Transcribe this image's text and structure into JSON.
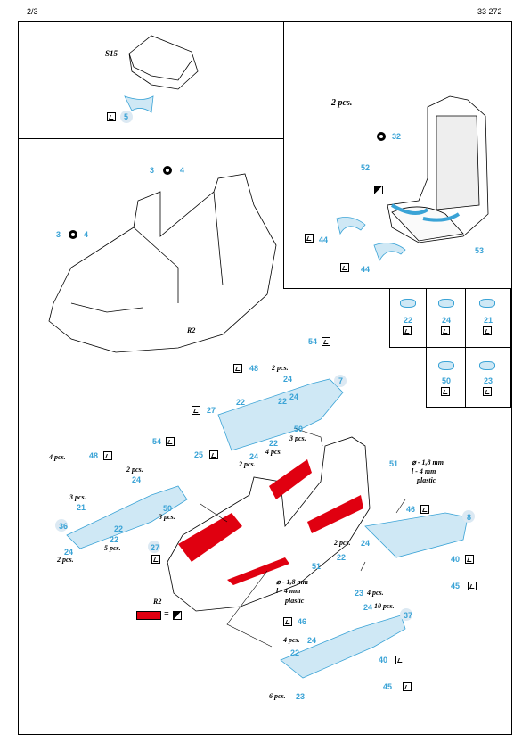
{
  "header": {
    "page": "2/3",
    "code": "33 272"
  },
  "top_left": {
    "part_label": "S15",
    "num": "5"
  },
  "top_right": {
    "qty": "2 pcs.",
    "nums": [
      "32",
      "52",
      "53",
      "44",
      "44"
    ]
  },
  "left_cockpit": {
    "nums": [
      "3",
      "4",
      "3",
      "4"
    ],
    "label": "R2"
  },
  "grid": {
    "cells": [
      {
        "num": "22"
      },
      {
        "num": "24"
      },
      {
        "num": "21"
      },
      {
        "num": "50"
      },
      {
        "num": "23"
      }
    ]
  },
  "center_panel": {
    "nums": [
      "54",
      "48",
      "7",
      "27",
      "22",
      "24",
      "50",
      "22",
      "24",
      "24",
      "22"
    ],
    "labels": [
      "2 pcs.",
      "3 pcs.",
      "4 pcs.",
      "2 pcs."
    ]
  },
  "left_panel": {
    "nums": [
      "54",
      "48",
      "25",
      "24",
      "21",
      "50",
      "36",
      "27",
      "22",
      "24",
      "22"
    ],
    "labels": [
      "4 pcs.",
      "2 pcs.",
      "3 pcs.",
      "3 pcs.",
      "5 pcs.",
      "2 pcs."
    ]
  },
  "right_panel": {
    "nums": [
      "51",
      "46",
      "8",
      "24",
      "40",
      "45",
      "22",
      "23"
    ],
    "labels": [
      "2 pcs.",
      "4 pcs."
    ],
    "wire": [
      "⌀ - 1,8 mm",
      "l - 4 mm",
      "plastic"
    ]
  },
  "bottom_panel": {
    "nums": [
      "51",
      "46",
      "37",
      "24",
      "22",
      "24",
      "40",
      "45",
      "23"
    ],
    "labels": [
      "10 pcs.",
      "4 pcs.",
      "6 pcs."
    ],
    "wire": [
      "⌀ - 1,8 mm",
      "l - 4 mm",
      "plastic"
    ]
  },
  "legend": {
    "label": "R2",
    "equals": "="
  },
  "colors": {
    "blue": "#3aa3d6",
    "red": "#e00010",
    "light_blue": "#cfe8f5"
  }
}
